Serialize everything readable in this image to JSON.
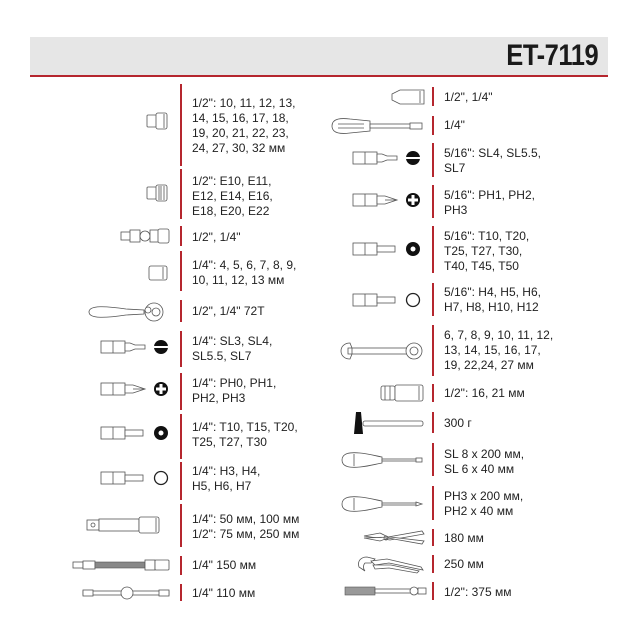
{
  "header": {
    "title": "ET-7119",
    "accent_color": "#b5262e",
    "bar_color": "#e6e6e6"
  },
  "left_column": [
    {
      "icon": "socket-icon",
      "lines": [
        "1/2\": 10, 11, 12, 13,",
        "14, 15, 16, 17, 18,",
        "19, 20, 21, 22, 23,",
        "24, 27, 30, 32 мм"
      ]
    },
    {
      "icon": "e-torx-socket-icon",
      "lines": [
        "1/2\": E10, E11,",
        "E12, E14, E16,",
        "E18, E20, E22"
      ]
    },
    {
      "icon": "universal-joint-icon",
      "lines": [
        "1/2\", 1/4\""
      ]
    },
    {
      "icon": "small-socket-icon",
      "lines": [
        "1/4\": 4, 5, 6, 7, 8, 9,",
        "10, 11, 12, 13 мм"
      ]
    },
    {
      "icon": "ratchet-icon",
      "lines": [
        "1/2\", 1/4\" 72T"
      ]
    },
    {
      "icon": "slotted-bit-icon",
      "lines": [
        "1/4\": SL3, SL4,",
        "SL5.5, SL7"
      ]
    },
    {
      "icon": "phillips-bit-icon",
      "lines": [
        "1/4\": PH0, PH1,",
        "PH2, PH3"
      ]
    },
    {
      "icon": "torx-bit-icon",
      "lines": [
        "1/4\": T10, T15, T20,",
        "T25, T27, T30"
      ]
    },
    {
      "icon": "hex-bit-icon",
      "lines": [
        "1/4\": H3, H4,",
        "H5, H6, H7"
      ]
    },
    {
      "icon": "extension-bar-icon",
      "lines": [
        "1/4\": 50 мм, 100 мм",
        "1/2\": 75 мм, 250 мм"
      ]
    },
    {
      "icon": "flexible-extension-icon",
      "lines": [
        "1/4\" 150 мм"
      ]
    },
    {
      "icon": "t-bar-icon",
      "lines": [
        "1/4\" 110 мм"
      ]
    }
  ],
  "right_column": [
    {
      "icon": "adapter-icon",
      "lines": [
        "1/2\", 1/4\""
      ]
    },
    {
      "icon": "bit-holder-screwdriver-icon",
      "lines": [
        "1/4\""
      ]
    },
    {
      "icon": "slotted-bit-icon",
      "lines": [
        "5/16\": SL4, SL5.5,",
        "SL7"
      ]
    },
    {
      "icon": "phillips-bit-icon",
      "lines": [
        "5/16\": PH1, PH2,",
        "PH3"
      ]
    },
    {
      "icon": "torx-bit-icon",
      "lines": [
        "5/16\": T10, T20,",
        "T25, T27, T30,",
        "T40, T45, T50"
      ]
    },
    {
      "icon": "hex-bit-icon",
      "lines": [
        "5/16\": H4, H5, H6,",
        "H7, H8, H10, H12"
      ]
    },
    {
      "icon": "combination-wrench-icon",
      "lines": [
        "6, 7, 8, 9, 10, 11, 12,",
        "13, 14, 15, 16, 17,",
        "19, 22,24, 27 мм"
      ]
    },
    {
      "icon": "spark-plug-socket-icon",
      "lines": [
        "1/2\": 16, 21 мм"
      ]
    },
    {
      "icon": "hammer-icon",
      "lines": [
        "300 г"
      ]
    },
    {
      "icon": "slotted-screwdriver-icon",
      "lines": [
        "SL 8 x 200 мм,",
        "SL 6 x 40 мм"
      ]
    },
    {
      "icon": "phillips-screwdriver-icon",
      "lines": [
        "PH3 x 200 мм,",
        "PH2 x 40 мм"
      ]
    },
    {
      "icon": "pliers-icon",
      "lines": [
        "180 мм"
      ]
    },
    {
      "icon": "water-pump-pliers-icon",
      "lines": [
        "250 мм"
      ]
    },
    {
      "icon": "breaker-bar-icon",
      "lines": [
        "1/2\": 375 мм"
      ]
    }
  ]
}
